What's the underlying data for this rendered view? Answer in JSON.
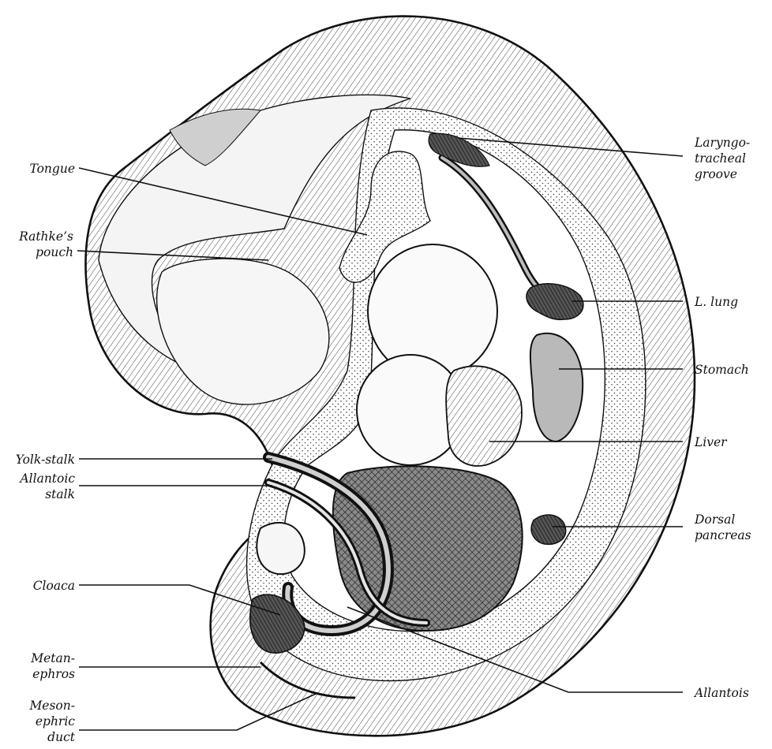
{
  "figure": {
    "labels": {
      "tongue": "Tongue",
      "rathkes_1": "Rathke’s",
      "rathkes_2": "pouch",
      "laryngo_1": "Laryngo-",
      "laryngo_2": "tracheal",
      "laryngo_3": "groove",
      "lung": "L. lung",
      "stomach": "Stomach",
      "liver": "Liver",
      "yolk": "Yolk-stalk",
      "allantoic_1": "Allantoic",
      "allantoic_2": "stalk",
      "dorsal_1": "Dorsal",
      "dorsal_2": "pancreas",
      "cloaca": "Cloaca",
      "metan_1": "Metan-",
      "metan_2": "ephros",
      "allantois": "Allantois",
      "meson_1": "Meson-",
      "meson_2": "ephric",
      "meson_3": "duct"
    }
  }
}
